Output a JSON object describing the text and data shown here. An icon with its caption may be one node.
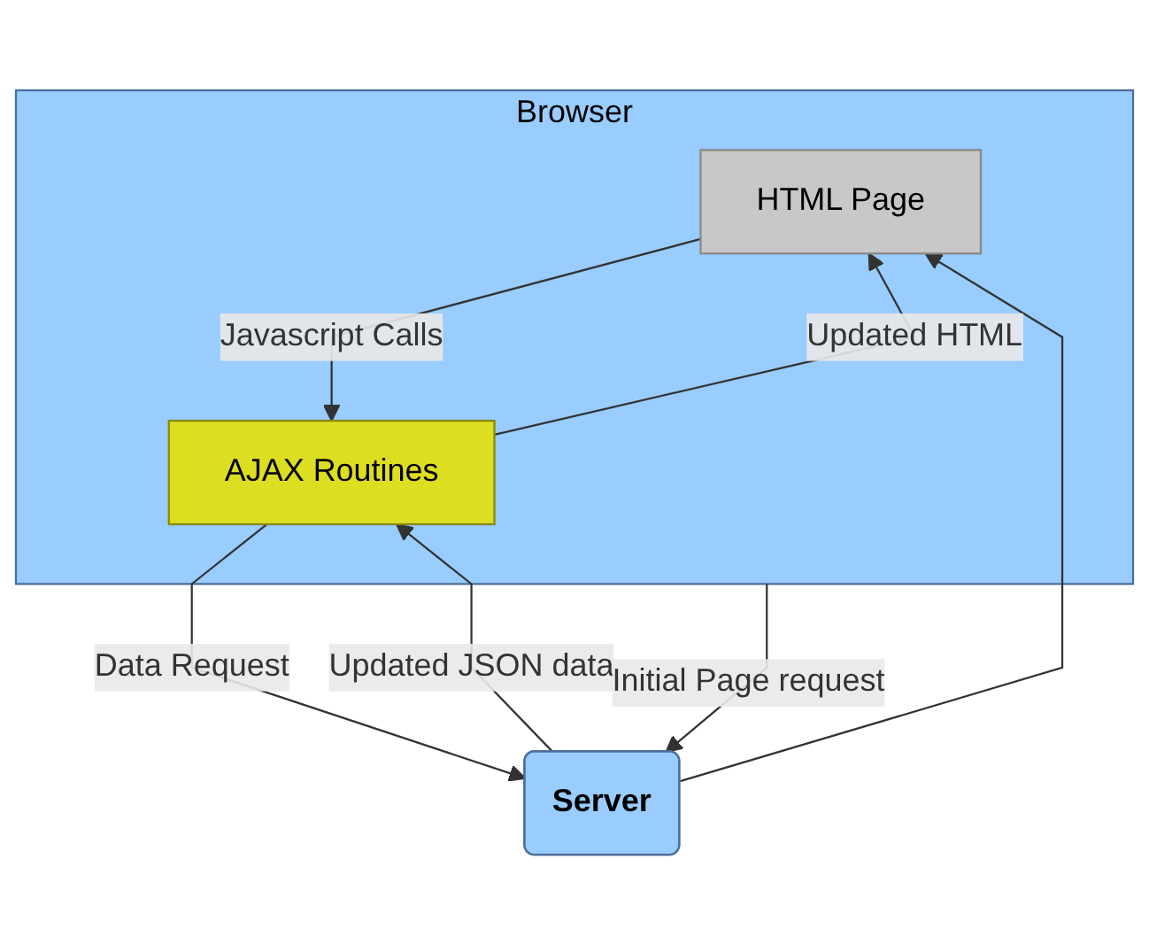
{
  "diagram": {
    "nodes": [
      {
        "text": [
          "Browser"
        ]
      },
      {
        "text": [
          "HTML Page"
        ],
        "in": 0
      },
      {
        "text": [
          "AJAX Routines"
        ],
        "in": 0
      },
      {
        "text": [
          "Server"
        ]
      }
    ],
    "edges": [
      {
        "from": 1,
        "to": 2,
        "arrow": "to",
        "label": "Javascript Calls"
      },
      {
        "from": 2,
        "to": 1,
        "arrow": "to",
        "label": "Updated HTML"
      },
      {
        "from": 0,
        "to": 3,
        "arrow": "to",
        "label": "Initial Page request"
      },
      {
        "from": 3,
        "to": 1,
        "arrow": "to"
      },
      {
        "from": 2,
        "to": 3,
        "arrow": "to",
        "label": "Data Request"
      },
      {
        "from": 3,
        "to": 2,
        "arrow": "to",
        "label": "Updated JSON data"
      }
    ]
  }
}
